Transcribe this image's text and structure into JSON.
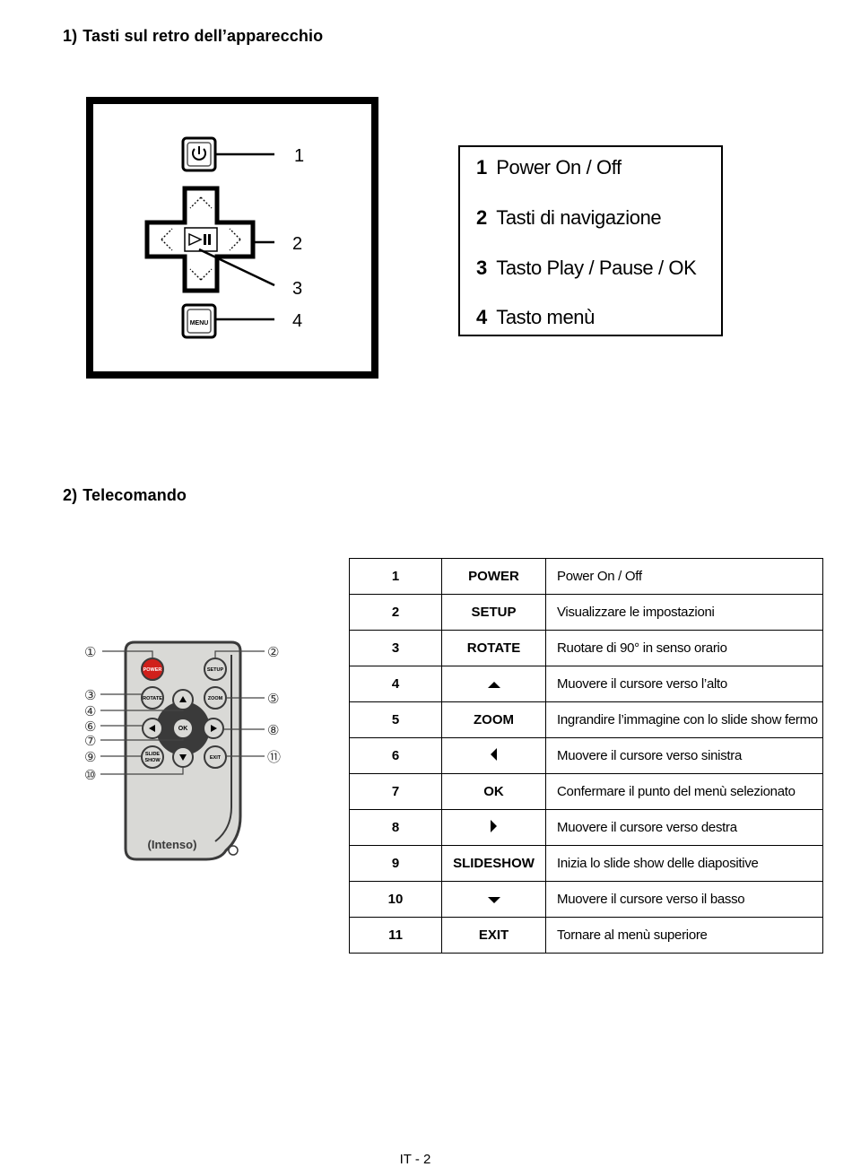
{
  "section1": {
    "number": "1)",
    "title": "Tasti sul retro dell’apparecchio"
  },
  "panel": {
    "callouts": [
      "1",
      "2",
      "3",
      "4"
    ],
    "menu_key_text": "MENU",
    "legend": [
      {
        "num": "1",
        "text": "Power On / Off"
      },
      {
        "num": "2",
        "text": "Tasti di navigazione"
      },
      {
        "num": "3",
        "text": "Tasto Play / Pause / OK"
      },
      {
        "num": "4",
        "text": "Tasto menù"
      }
    ]
  },
  "section2": {
    "number": "2)",
    "title": "Telecomando"
  },
  "remote": {
    "brand": "(Intenso)",
    "buttons": {
      "power": "POWER",
      "setup": "SETUP",
      "rotate": "ROTATE",
      "zoom": "ZOOM",
      "ok": "OK",
      "slide1": "SLIDE",
      "slide2": "SHOW",
      "exit": "EXIT"
    },
    "callouts": [
      "①",
      "②",
      "③",
      "④",
      "⑤",
      "⑥",
      "⑦",
      "⑧",
      "⑨",
      "⑩",
      "⑪"
    ],
    "power_color": "#d0201b"
  },
  "table": {
    "rows": [
      {
        "num": "1",
        "key": "POWER",
        "icon": "",
        "desc": "Power On / Off"
      },
      {
        "num": "2",
        "key": "SETUP",
        "icon": "",
        "desc": "Visualizzare le impostazioni"
      },
      {
        "num": "3",
        "key": "ROTATE",
        "icon": "",
        "desc": "Ruotare di 90° in senso orario"
      },
      {
        "num": "4",
        "key": "",
        "icon": "up-triangle-icon",
        "desc": "Muovere il cursore verso l’alto"
      },
      {
        "num": "5",
        "key": "ZOOM",
        "icon": "",
        "desc": "Ingrandire l’immagine con lo slide show fermo"
      },
      {
        "num": "6",
        "key": "",
        "icon": "left-triangle-icon",
        "desc": "Muovere il cursore verso sinistra"
      },
      {
        "num": "7",
        "key": "OK",
        "icon": "",
        "desc": "Confermare il punto del menù selezionato"
      },
      {
        "num": "8",
        "key": "",
        "icon": "right-triangle-icon",
        "desc": "Muovere il cursore verso destra"
      },
      {
        "num": "9",
        "key": "SLIDESHOW",
        "icon": "",
        "desc": "Inizia lo slide show delle diapositive"
      },
      {
        "num": "10",
        "key": "",
        "icon": "down-triangle-icon",
        "desc": "Muovere il cursore verso il basso"
      },
      {
        "num": "11",
        "key": "EXIT",
        "icon": "",
        "desc": "Tornare al menù superiore"
      }
    ]
  },
  "footer": {
    "page": "IT - 2"
  }
}
